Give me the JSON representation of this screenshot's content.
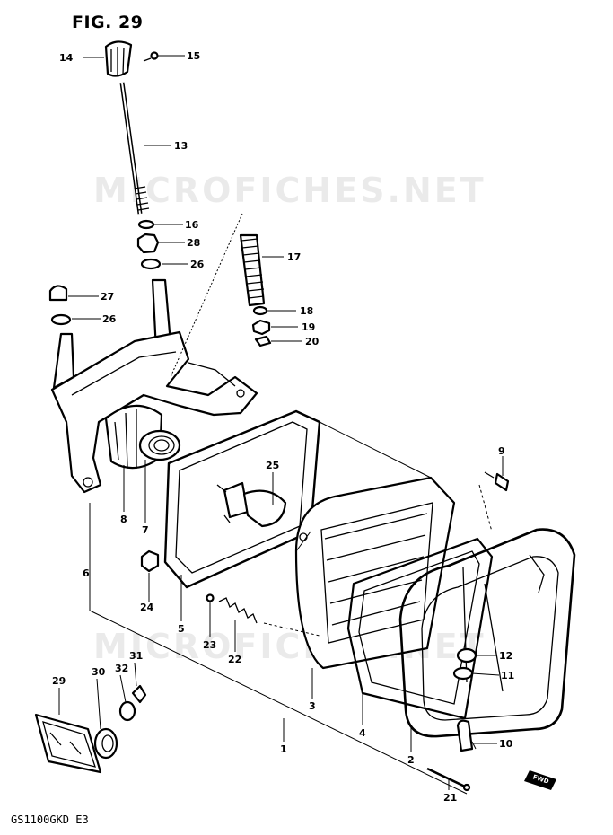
{
  "figure": {
    "title": "FIG. 29",
    "model_code": "GS1100GKD  E3",
    "watermark": "MICROFICHES.NET"
  },
  "fwd_marker": "FWD",
  "parts": {
    "p1": "1",
    "p2": "2",
    "p3": "3",
    "p4": "4",
    "p5": "5",
    "p6": "6",
    "p7": "7",
    "p8": "8",
    "p9": "9",
    "p10": "10",
    "p11": "11",
    "p12": "12",
    "p13": "13",
    "p14": "14",
    "p15": "15",
    "p16": "16",
    "p17": "17",
    "p18": "18",
    "p19": "19",
    "p20": "20",
    "p21": "21",
    "p22": "22",
    "p23": "23",
    "p24": "24",
    "p25": "25",
    "p26a": "26",
    "p26b": "26",
    "p27": "27",
    "p28": "28",
    "p29": "29",
    "p30": "30",
    "p31": "31",
    "p32": "32"
  }
}
